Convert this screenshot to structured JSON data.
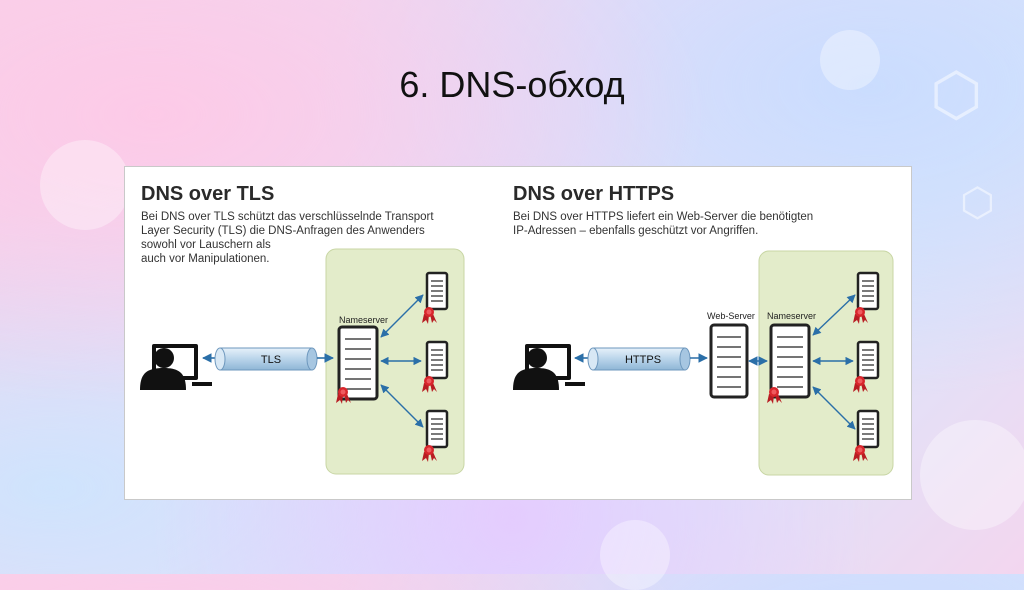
{
  "slide": {
    "title": "6. DNS-обход"
  },
  "left": {
    "heading": "DNS over TLS",
    "desc": [
      "Bei DNS over TLS schützt das verschlüsselnde Transport",
      "Layer Security (TLS) die DNS-Anfragen des Anwenders",
      "sowohl vor Lauschern als",
      "auch vor Manipulationen."
    ],
    "tube_label": "TLS",
    "nameserver_label": "Nameserver"
  },
  "right": {
    "heading": "DNS over HTTPS",
    "desc": [
      "Bei DNS over HTTPS liefert ein Web-Server die benötigten",
      "IP-Adressen – ebenfalls geschützt vor Angriffen."
    ],
    "tube_label": "HTTPS",
    "webserver_label": "Web-Server",
    "nameserver_label": "Nameserver"
  },
  "colors": {
    "zone": "#e3ecca",
    "zone_border": "#c8d6a4",
    "arrow": "#2b6fa8",
    "tube": "#b9d4ea",
    "seal": "#d8262c"
  }
}
